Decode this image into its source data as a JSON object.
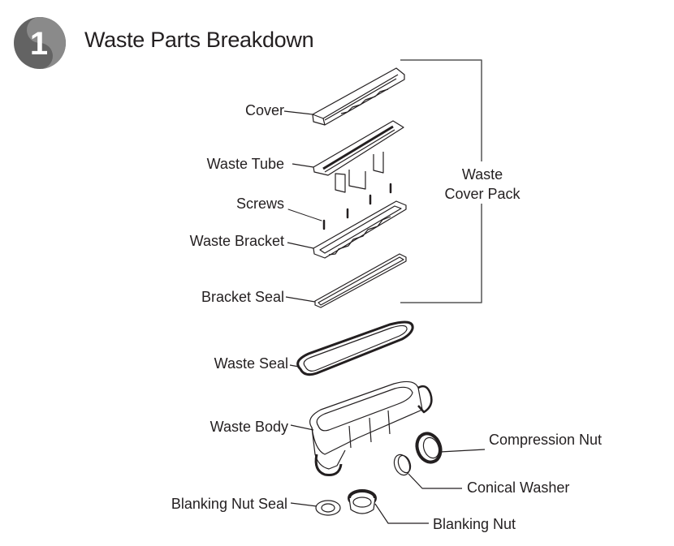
{
  "step": {
    "number": "1",
    "title": "Waste Parts Breakdown"
  },
  "group": {
    "name_line1": "Waste",
    "name_line2": "Cover Pack"
  },
  "parts": {
    "cover": "Cover",
    "waste_tube": "Waste Tube",
    "screws": "Screws",
    "waste_bracket": "Waste Bracket",
    "bracket_seal": "Bracket Seal",
    "waste_seal": "Waste Seal",
    "waste_body": "Waste Body",
    "compression_nut": "Compression Nut",
    "conical_washer": "Conical Washer",
    "blanking_nut_seal": "Blanking Nut Seal",
    "blanking_nut": "Blanking Nut"
  },
  "colors": {
    "text": "#231f20",
    "badge_dark": "#636363",
    "badge_light": "#8a8a8a",
    "line": "#231f20"
  }
}
